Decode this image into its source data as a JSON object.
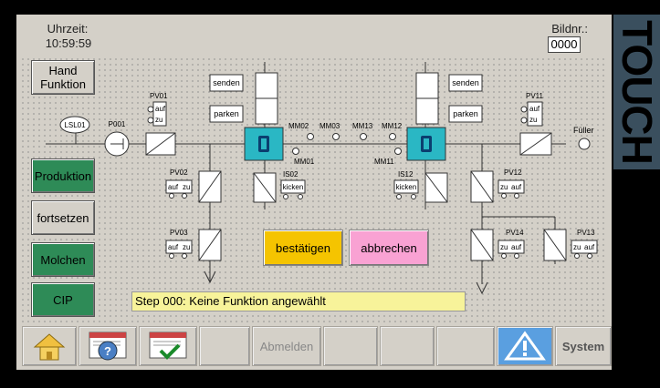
{
  "header": {
    "time_label": "Uhrzeit:",
    "time_value": "10:59:59",
    "bildnr_label": "Bildnr.:",
    "bildnr_value": "0000"
  },
  "brand": "TOUCH",
  "buttons": {
    "hand_funktion": "Hand\nFunktion",
    "produktion": "Produktion",
    "fortsetzen": "fortsetzen",
    "molchen": "Molchen",
    "cip": "CIP",
    "bestaetigen": "bestätigen",
    "abbrechen": "abbrechen"
  },
  "status_message": "Step 000: Keine Funktion angewählt",
  "diagram": {
    "sensor": "LSL01",
    "pump": "P001",
    "filler": "Füller",
    "valves": {
      "pv01": "PV01",
      "pv02": "PV02",
      "pv03": "PV03",
      "pv11": "PV11",
      "pv12": "PV12",
      "pv13": "PV13",
      "pv14": "PV14",
      "is02": "IS02",
      "is12": "IS12"
    },
    "stations": {
      "mm01": "MM01",
      "mm02": "MM02",
      "mm03": "MM03",
      "mm11": "MM11",
      "mm12": "MM12",
      "mm13": "MM13"
    },
    "tags": {
      "auf": "auf",
      "zu": "zu",
      "kicken": "kicken",
      "senden": "senden",
      "parken": "parken"
    }
  },
  "function_keys": {
    "abmelden": "Abmelden",
    "system": "System"
  },
  "colors": {
    "green_button": "#2e8b57",
    "confirm": "#f5c400",
    "cancel": "#f9a2d3",
    "pig_station": "#2ab7c4",
    "status_bg": "#f7f39a",
    "alarm": "#3b8ed8"
  }
}
